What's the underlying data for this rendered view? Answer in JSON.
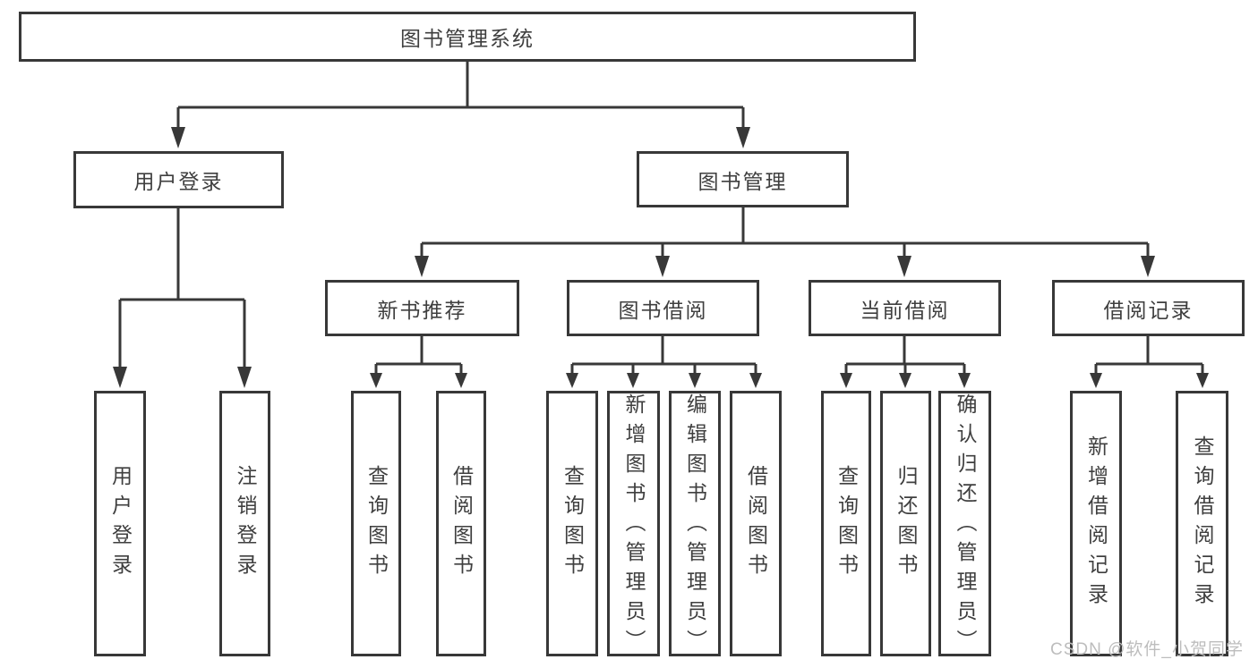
{
  "tree": {
    "label": "图书管理系统",
    "children": [
      {
        "label": "用户登录",
        "children": [
          {
            "label": "用户登录"
          },
          {
            "label": "注销登录"
          }
        ]
      },
      {
        "label": "图书管理",
        "children": [
          {
            "label": "新书推荐",
            "children": [
              {
                "label": "查询图书"
              },
              {
                "label": "借阅图书"
              }
            ]
          },
          {
            "label": "图书借阅",
            "children": [
              {
                "label": "查询图书"
              },
              {
                "label": "新增图书（管理员）"
              },
              {
                "label": "编辑图书（管理员）"
              },
              {
                "label": "借阅图书"
              }
            ]
          },
          {
            "label": "当前借阅",
            "children": [
              {
                "label": "查询图书"
              },
              {
                "label": "归还图书"
              },
              {
                "label": "确认归还（管理员）"
              }
            ]
          },
          {
            "label": "借阅记录",
            "children": [
              {
                "label": "新增借阅记录"
              },
              {
                "label": "查询借阅记录"
              }
            ]
          }
        ]
      }
    ]
  },
  "watermark": {
    "text": "CSDN @软件_小贺同学"
  },
  "colors": {
    "line": "#383838",
    "text": "#3f3f3f",
    "watermark": "#bdbdbd",
    "background": "#ffffff"
  }
}
